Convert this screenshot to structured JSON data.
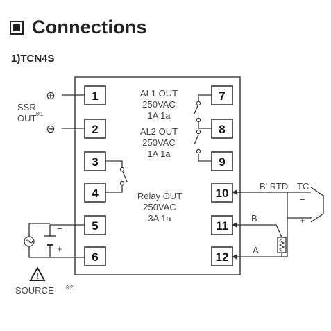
{
  "heading": "Connections",
  "subheading": "1)TCN4S",
  "terminals": [
    "1",
    "2",
    "3",
    "4",
    "5",
    "6",
    "7",
    "8",
    "9",
    "10",
    "11",
    "12"
  ],
  "labels": {
    "ssr": "SSR",
    "out": "OUT",
    "out_note": "※1",
    "plus": "⊕",
    "minus": "⊖",
    "al1_title": "AL1 OUT",
    "al1_voltage": "250VAC",
    "al1_current": "1A 1a",
    "al2_title": "AL2 OUT",
    "al2_voltage": "250VAC",
    "al2_current": "1A 1a",
    "relay_title": "Relay OUT",
    "relay_voltage": "250VAC",
    "relay_current": "3A 1a",
    "b_prime_rtd": "B' RTD",
    "tc": "TC",
    "b": "B",
    "a": "A",
    "tc_minus": "−",
    "tc_plus": "+",
    "src_minus": "−",
    "src_plus": "+",
    "source": "SOURCE",
    "source_note": "※2",
    "warn_mark": "!"
  }
}
